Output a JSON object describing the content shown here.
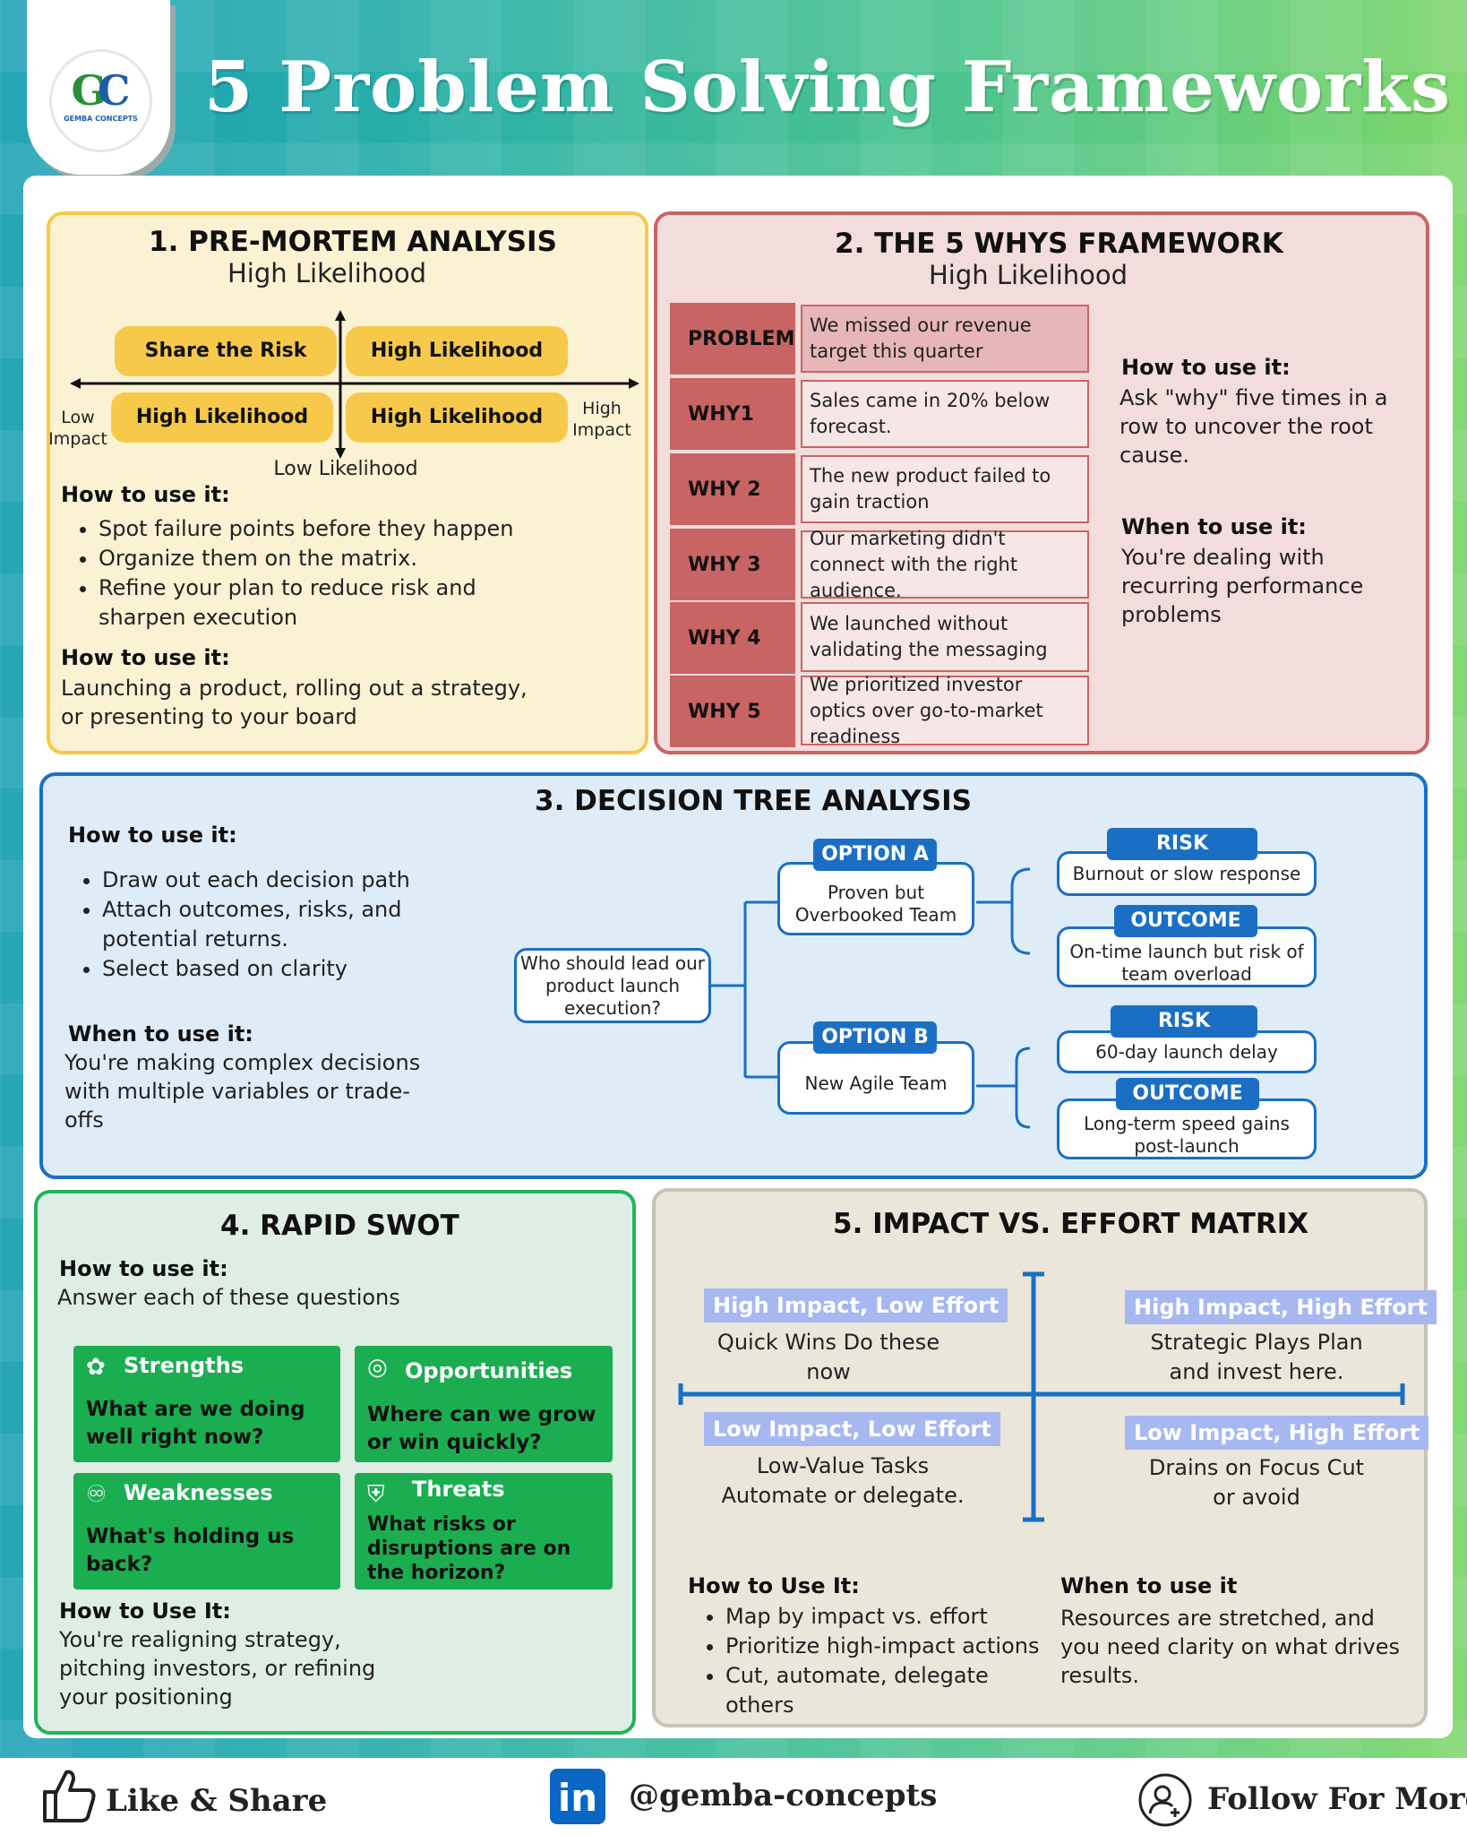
{
  "header": {
    "title": "5 Problem Solving Frameworks",
    "logo_mark_g": "G",
    "logo_mark_c": "C",
    "logo_name": "GEMBA CONCEPTS"
  },
  "premortem": {
    "title": "1. PRE-MORTEM ANALYSIS",
    "subtitle": "High Likelihood",
    "quadrants": [
      "Share the Risk",
      "High Likelihood",
      "High Likelihood",
      "High Likelihood"
    ],
    "axis_left": "Low\nImpact",
    "axis_right": "High\nImpact",
    "axis_bottom": "Low Likelihood",
    "how_heading": "How to use it:",
    "how_items": [
      "Spot failure points before they happen",
      "Organize them on the matrix.",
      "Refine your plan to reduce risk and sharpen execution"
    ],
    "when_heading": "How to use it:",
    "when_text": "Launching a product, rolling out a strategy, or presenting to your board"
  },
  "whys": {
    "title": "2. THE 5 WHYS FRAMEWORK",
    "subtitle": "High Likelihood",
    "rows": [
      {
        "label": "PROBLEM",
        "text": "We missed our revenue target this quarter"
      },
      {
        "label": "WHY1",
        "text": "Sales came in 20% below forecast."
      },
      {
        "label": "WHY 2",
        "text": "The new product failed to gain traction"
      },
      {
        "label": "WHY 3",
        "text": "Our marketing didn't connect with the right audience."
      },
      {
        "label": "WHY 4",
        "text": "We launched without validating the messaging"
      },
      {
        "label": "WHY 5",
        "text": "We prioritized investor optics over go-to-market readiness"
      }
    ],
    "how_heading": "How to use it:",
    "how_text": "Ask \"why\" five times in a row to uncover the root cause.",
    "when_heading": "When to use it:",
    "when_text": "You're dealing with recurring performance problems"
  },
  "tree": {
    "title": "3. DECISION TREE ANALYSIS",
    "how_heading": "How to use it:",
    "how_items": [
      "Draw out each decision path",
      "Attach outcomes, risks, and potential returns.",
      "Select based on clarity"
    ],
    "when_heading": "When to use it:",
    "when_text": "You're making complex decisions with multiple variables or trade-offs",
    "root": "Who should lead our product launch execution?",
    "option_a": {
      "badge": "OPTION A",
      "text": "Proven but Overbooked Team",
      "risk_badge": "RISK",
      "risk": "Burnout or slow response",
      "outcome_badge": "OUTCOME",
      "outcome": "On-time launch but risk of team overload"
    },
    "option_b": {
      "badge": "OPTION B",
      "text": "New Agile Team",
      "risk_badge": "RISK",
      "risk": "60-day launch delay",
      "outcome_badge": "OUTCOME",
      "outcome": "Long-term speed gains post-launch"
    }
  },
  "swot": {
    "title": "4. RAPID SWOT",
    "how_heading": "How to use it:",
    "how_text": "Answer each of these questions",
    "cells": [
      {
        "title": "Strengths",
        "question": "What are we doing well right now?",
        "icon": "brain-icon"
      },
      {
        "title": "Opportunities",
        "question": "Where can we grow or win quickly?",
        "icon": "target-icon"
      },
      {
        "title": "Weaknesses",
        "question": "What's holding us back?",
        "icon": "handshake-icon"
      },
      {
        "title": "Threats",
        "question": "What risks or disruptions are on the horizon?",
        "icon": "shield-icon"
      }
    ],
    "use_heading": "How to Use It:",
    "use_text": "You're realigning strategy, pitching investors, or refining your positioning"
  },
  "matrix": {
    "title": "5. IMPACT VS. EFFORT MATRIX",
    "quadrants": [
      {
        "label": "High Impact, Low Effort",
        "text": "Quick Wins Do these now"
      },
      {
        "label": "High Impact, High Effort",
        "text": "Strategic Plays Plan and invest here."
      },
      {
        "label": "Low Impact, Low Effort",
        "text": "Low-Value Tasks Automate or delegate."
      },
      {
        "label": "Low Impact, High Effort",
        "text": "Drains on Focus Cut or avoid"
      }
    ],
    "how_heading": "How to Use It:",
    "how_items": [
      "Map by impact vs. effort",
      "Prioritize high-impact actions",
      "Cut, automate, delegate others"
    ],
    "when_heading": "When to use it",
    "when_text": "Resources are stretched, and you need clarity on what drives results."
  },
  "footer": {
    "like": "Like & Share",
    "handle": "@gemba-concepts",
    "follow": "Follow For More",
    "linkedin_glyph": "in"
  },
  "colors": {
    "yellow": "#f6c94a",
    "red": "#c96464",
    "blue": "#1a6fc4",
    "green": "#1aae50",
    "label_purple": "#a7b8f0"
  }
}
